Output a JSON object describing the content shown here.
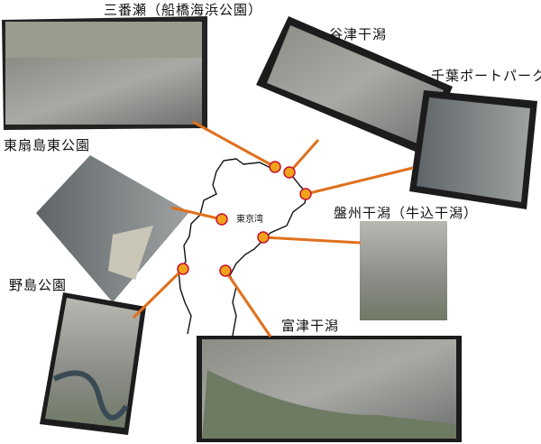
{
  "map": {
    "bay_label": "東京湾",
    "sites": [
      {
        "id": "sanbanze",
        "label": "三番瀬（船橋海浜公園）"
      },
      {
        "id": "yatsu",
        "label": "谷津干潟"
      },
      {
        "id": "chiba-port",
        "label": "千葉ポートパーク"
      },
      {
        "id": "higashi-ogishima",
        "label": "東扇島東公園"
      },
      {
        "id": "banzu",
        "label": "盤州干潟（牛込干潟）"
      },
      {
        "id": "nojima",
        "label": "野島公園"
      },
      {
        "id": "futtsu",
        "label": "富津干潟"
      }
    ]
  },
  "colors": {
    "line": "#e0701c",
    "marker_fill": "#f2a31b",
    "marker_stroke": "#c8102e"
  }
}
